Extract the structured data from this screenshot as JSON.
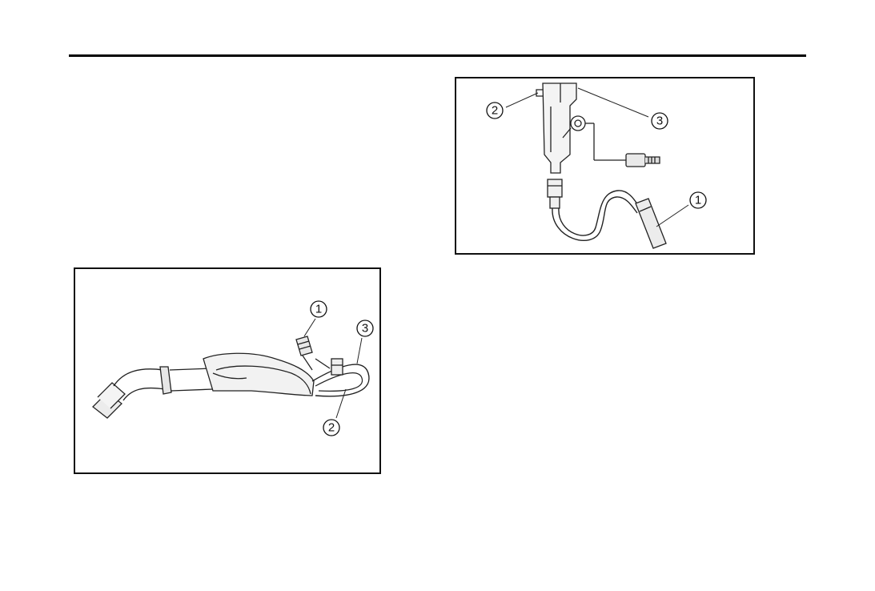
{
  "figures": {
    "top": {
      "callouts": {
        "c1": "1",
        "c2": "2",
        "c3": "3"
      }
    },
    "bottom": {
      "callouts": {
        "c1": "1",
        "c2": "2",
        "c3": "3"
      }
    }
  }
}
